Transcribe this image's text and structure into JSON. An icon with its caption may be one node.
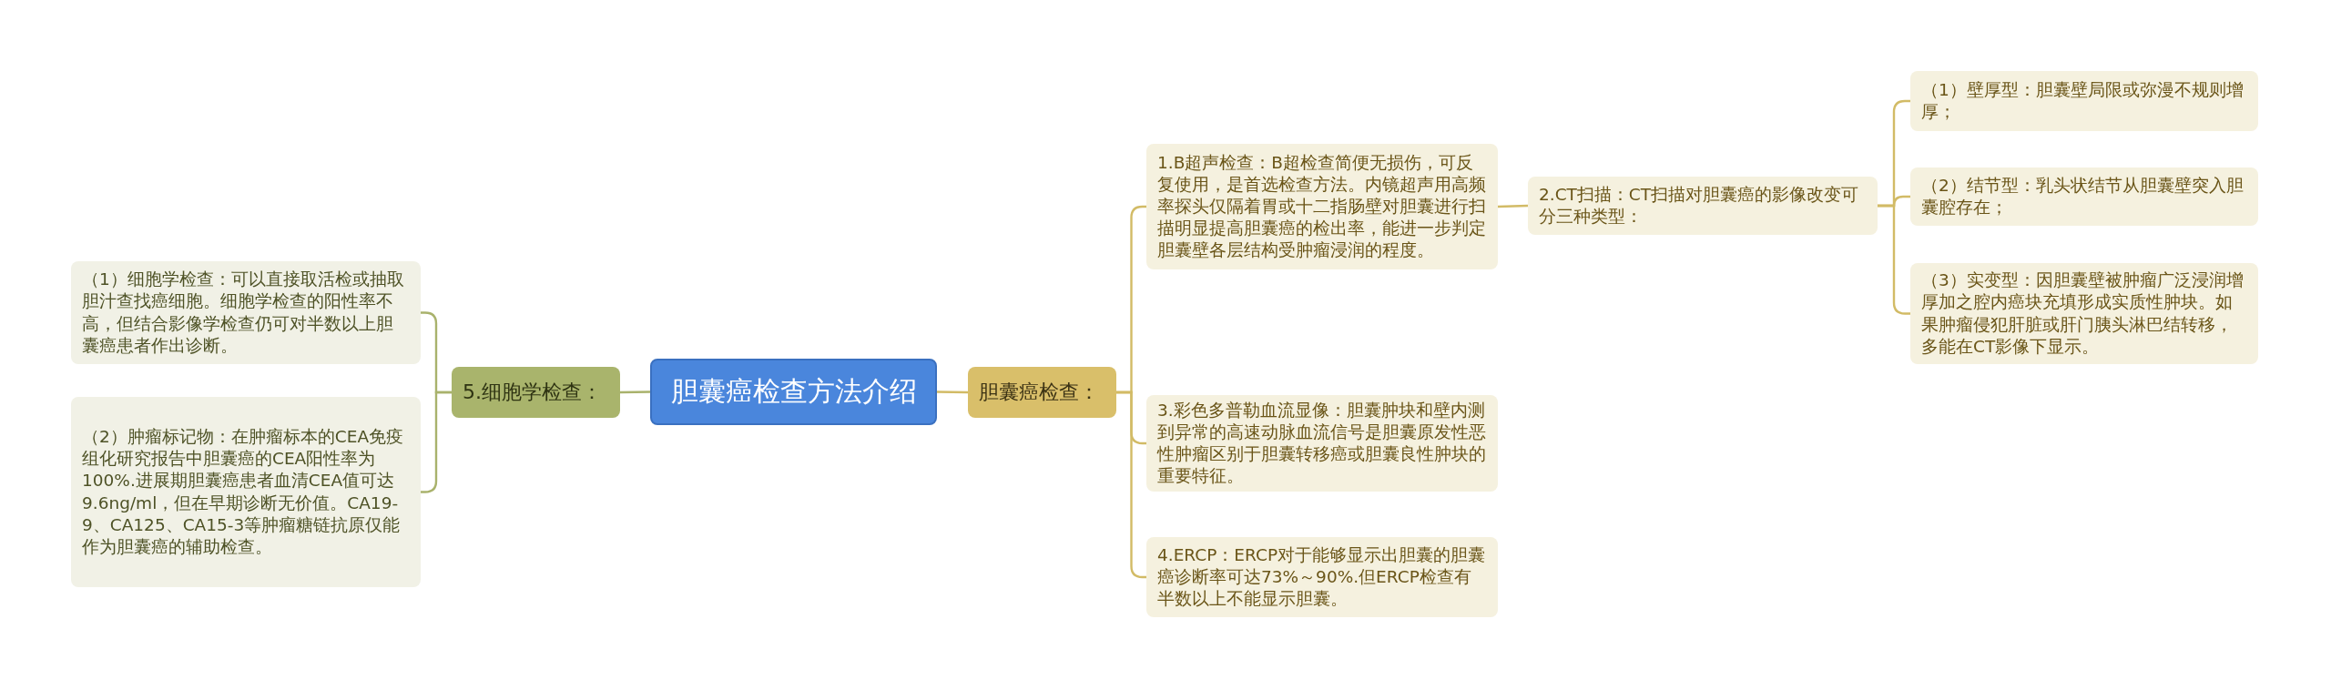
{
  "diagram": {
    "nodes": [
      {
        "text": [
          "胆囊癌检查方法介绍"
        ]
      },
      {
        "text": [
          "胆囊癌检查："
        ]
      },
      {
        "text": [
          "1.B超声检查：B超检查简便无损伤，可反复使用，是首选检查方法。内镜超声用高频率探头仅隔着胃或十二指肠壁对胆囊进行扫描明显提高胆囊癌的检出率，能进一步判定胆囊壁各层结构受肿瘤浸润的程度。"
        ]
      },
      {
        "text": [
          "2.CT扫描：CT扫描对胆囊癌的影像改变可分三种类型："
        ]
      },
      {
        "text": [
          "（1）壁厚型：胆囊壁局限或弥漫不规则增厚；"
        ]
      },
      {
        "text": [
          "（2）结节型：乳头状结节从胆囊壁突入胆囊腔存在；"
        ]
      },
      {
        "text": [
          "（3）实变型：因胆囊壁被肿瘤广泛浸润增厚加之腔内癌块充填形成实质性肿块。如果肿瘤侵犯肝脏或肝门胰头淋巴结转移，多能在CT影像下显示。"
        ]
      },
      {
        "text": [
          "3.彩色多普勒血流显像：胆囊肿块和壁内测到异常的高速动脉血流信号是胆囊原发性恶性肿瘤区别于胆囊转移癌或胆囊良性肿块的重要特征。"
        ]
      },
      {
        "text": [
          "4.ERCP：ERCP对于能够显示出胆囊的胆囊癌诊断率可达73%～90%.但ERCP检查有半数以上不能显示胆囊。"
        ]
      },
      {
        "text": [
          "5.细胞学检查："
        ]
      },
      {
        "text": [
          "（1）细胞学检查：可以直接取活检或抽取胆汁查找癌细胞。细胞学检查的阳性率不高，但结合影像学检查仍可对半数以上胆囊癌患者作出诊断。"
        ]
      },
      {
        "text": [
          "（2）肿瘤标记物：在肿瘤标本的CEA免疫组化研究报告中胆囊癌的CEA阳性率为100%.进展期胆囊癌患者血清CEA值可达9.6ng/ml，但在早期诊断无价值。CA19-9、CA125、CA15-3等肿瘤糖链抗原仅能作为胆囊癌的辅助检查。"
        ]
      }
    ],
    "edges": [
      {
        "from": 0,
        "to": 1,
        "arrow": "none"
      },
      {
        "from": 1,
        "to": 2,
        "arrow": "none"
      },
      {
        "from": 2,
        "to": 3,
        "arrow": "none"
      },
      {
        "from": 3,
        "to": 4,
        "arrow": "none"
      },
      {
        "from": 3,
        "to": 5,
        "arrow": "none"
      },
      {
        "from": 3,
        "to": 6,
        "arrow": "none"
      },
      {
        "from": 1,
        "to": 7,
        "arrow": "none"
      },
      {
        "from": 1,
        "to": 8,
        "arrow": "none"
      },
      {
        "from": 0,
        "to": 9,
        "arrow": "none",
        "color": "#a9b26c"
      },
      {
        "from": 9,
        "to": 10,
        "arrow": "none",
        "color": "#a9b26c"
      },
      {
        "from": 9,
        "to": 11,
        "arrow": "none",
        "color": "#a9b26c"
      }
    ]
  }
}
